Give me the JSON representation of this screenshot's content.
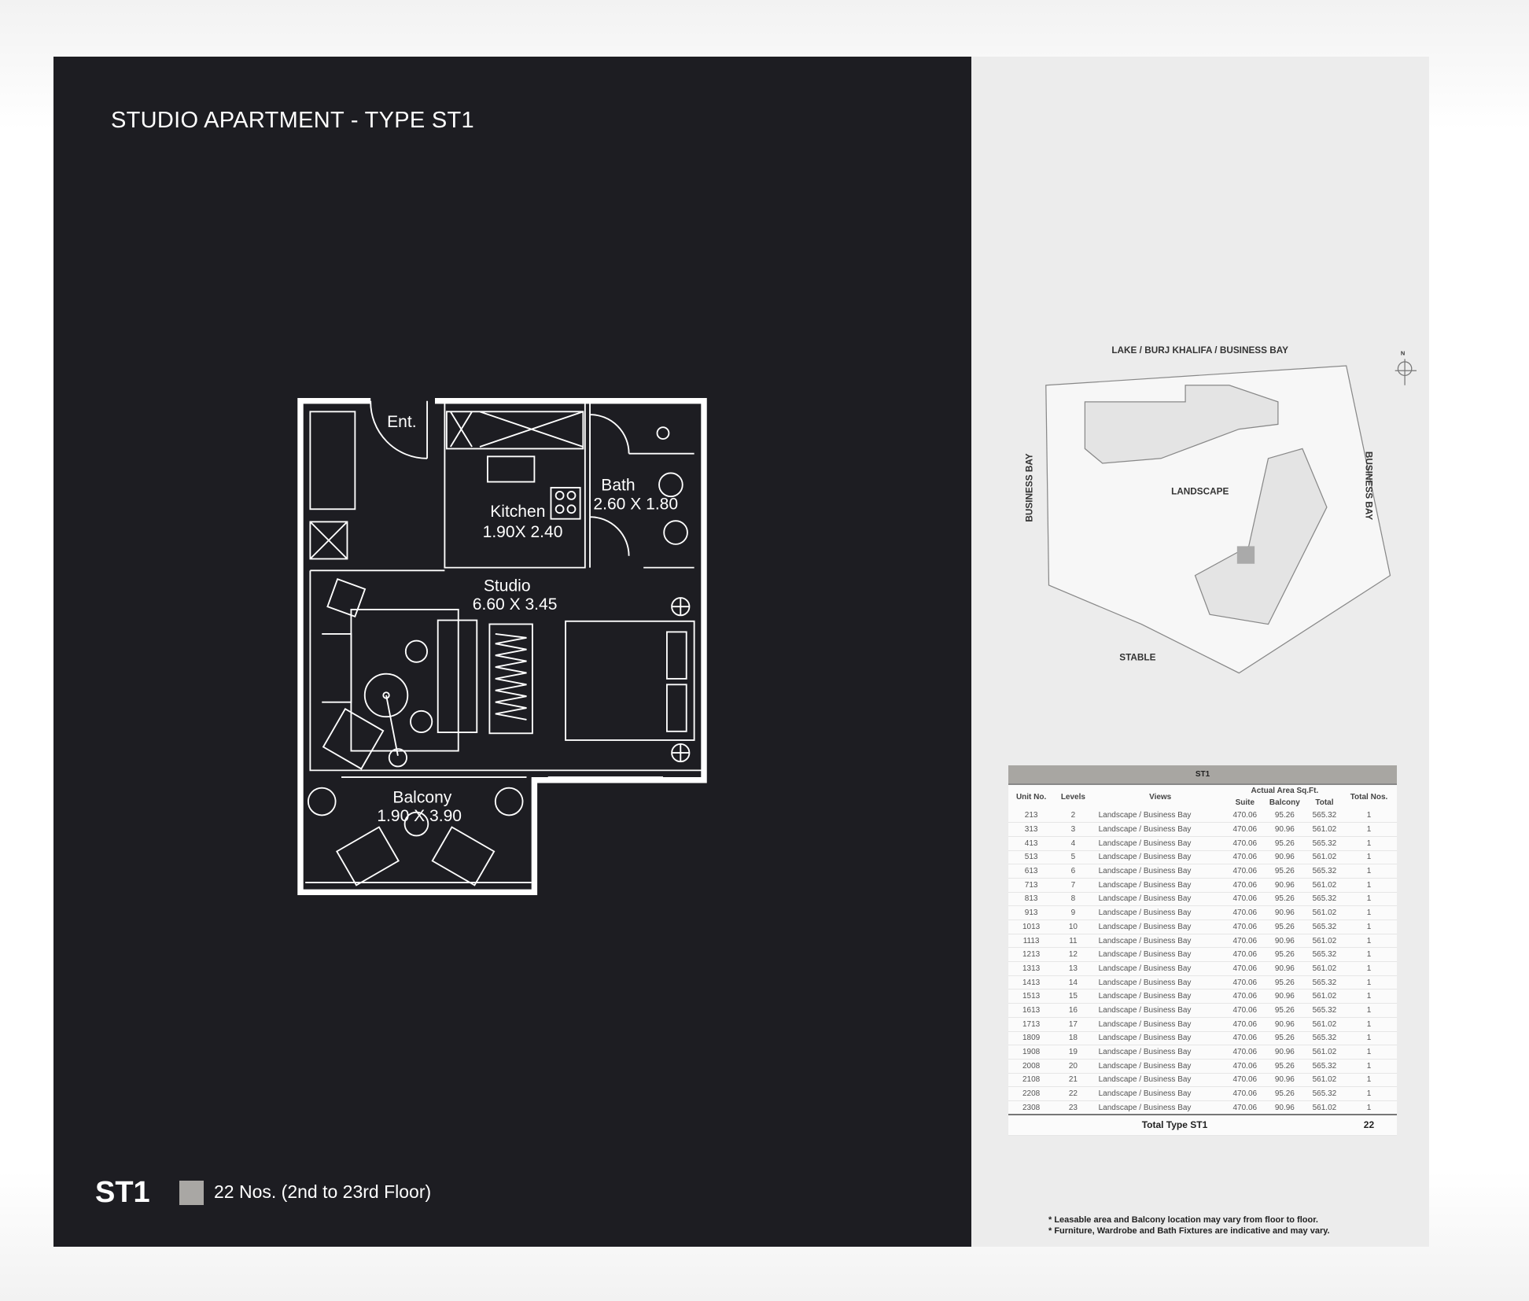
{
  "title": "STUDIO APARTMENT - TYPE ST1",
  "plan": {
    "ent": "Ent.",
    "kitchen": "Kitchen",
    "kitchen_dim": "1.90X 2.40",
    "bath": "Bath",
    "bath_dim": "2.60 X 1.80",
    "studio": "Studio",
    "studio_dim": "6.60 X 3.45",
    "balcony": "Balcony",
    "balcony_dim": "1.90 X 3.90"
  },
  "site": {
    "top": "LAKE / BURJ KHALIFA / BUSINESS BAY",
    "left": "BUSINESS BAY",
    "right": "BUSINESS BAY",
    "center": "LANDSCAPE",
    "bottom": "STABLE",
    "north": "N"
  },
  "footer": {
    "code": "ST1",
    "count": "22 Nos. (2nd to 23rd Floor)",
    "swatch_color": "#a9a7a4"
  },
  "table": {
    "caption": "ST1",
    "headers": {
      "unit": "Unit No.",
      "levels": "Levels",
      "views": "Views",
      "area": "Actual Area Sq.Ft.",
      "suite": "Suite",
      "balcony": "Balcony",
      "total": "Total",
      "total_nos": "Total Nos."
    },
    "rows": [
      [
        "213",
        "2",
        "Landscape / Business Bay",
        "470.06",
        "95.26",
        "565.32",
        "1"
      ],
      [
        "313",
        "3",
        "Landscape / Business Bay",
        "470.06",
        "90.96",
        "561.02",
        "1"
      ],
      [
        "413",
        "4",
        "Landscape / Business Bay",
        "470.06",
        "95.26",
        "565.32",
        "1"
      ],
      [
        "513",
        "5",
        "Landscape / Business Bay",
        "470.06",
        "90.96",
        "561.02",
        "1"
      ],
      [
        "613",
        "6",
        "Landscape / Business Bay",
        "470.06",
        "95.26",
        "565.32",
        "1"
      ],
      [
        "713",
        "7",
        "Landscape / Business Bay",
        "470.06",
        "90.96",
        "561.02",
        "1"
      ],
      [
        "813",
        "8",
        "Landscape / Business Bay",
        "470.06",
        "95.26",
        "565.32",
        "1"
      ],
      [
        "913",
        "9",
        "Landscape / Business Bay",
        "470.06",
        "90.96",
        "561.02",
        "1"
      ],
      [
        "1013",
        "10",
        "Landscape / Business Bay",
        "470.06",
        "95.26",
        "565.32",
        "1"
      ],
      [
        "1113",
        "11",
        "Landscape / Business Bay",
        "470.06",
        "90.96",
        "561.02",
        "1"
      ],
      [
        "1213",
        "12",
        "Landscape / Business Bay",
        "470.06",
        "95.26",
        "565.32",
        "1"
      ],
      [
        "1313",
        "13",
        "Landscape / Business Bay",
        "470.06",
        "90.96",
        "561.02",
        "1"
      ],
      [
        "1413",
        "14",
        "Landscape / Business Bay",
        "470.06",
        "95.26",
        "565.32",
        "1"
      ],
      [
        "1513",
        "15",
        "Landscape / Business Bay",
        "470.06",
        "90.96",
        "561.02",
        "1"
      ],
      [
        "1613",
        "16",
        "Landscape / Business Bay",
        "470.06",
        "95.26",
        "565.32",
        "1"
      ],
      [
        "1713",
        "17",
        "Landscape / Business Bay",
        "470.06",
        "90.96",
        "561.02",
        "1"
      ],
      [
        "1809",
        "18",
        "Landscape / Business Bay",
        "470.06",
        "95.26",
        "565.32",
        "1"
      ],
      [
        "1908",
        "19",
        "Landscape / Business Bay",
        "470.06",
        "90.96",
        "561.02",
        "1"
      ],
      [
        "2008",
        "20",
        "Landscape / Business Bay",
        "470.06",
        "95.26",
        "565.32",
        "1"
      ],
      [
        "2108",
        "21",
        "Landscape / Business Bay",
        "470.06",
        "90.96",
        "561.02",
        "1"
      ],
      [
        "2208",
        "22",
        "Landscape / Business Bay",
        "470.06",
        "95.26",
        "565.32",
        "1"
      ],
      [
        "2308",
        "23",
        "Landscape / Business Bay",
        "470.06",
        "90.96",
        "561.02",
        "1"
      ]
    ],
    "total_label": "Total Type ST1",
    "total_value": "22"
  },
  "notes": [
    "* Leasable area and Balcony location may vary from floor to floor.",
    "* Furniture, Wardrobe and Bath Fixtures are indicative and may vary."
  ]
}
